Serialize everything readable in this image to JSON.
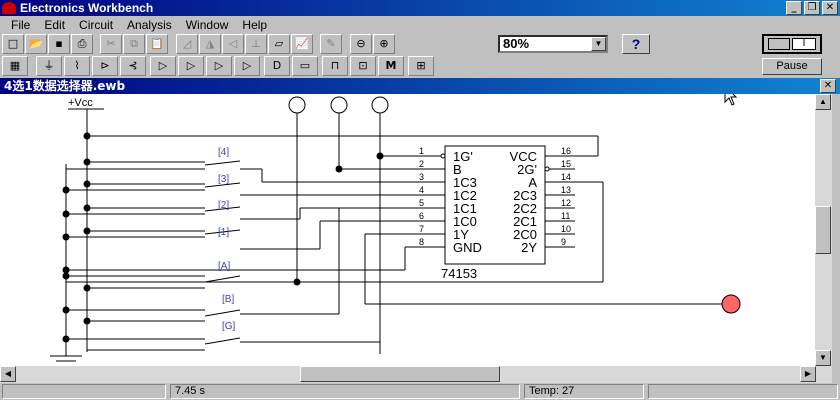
{
  "window": {
    "title": "Electronics Workbench",
    "min_icon": "minimize-icon",
    "max_icon": "restore-icon",
    "close_icon": "close-icon"
  },
  "menu": [
    "File",
    "Edit",
    "Circuit",
    "Analysis",
    "Window",
    "Help"
  ],
  "toolbar": {
    "zoom_value": "80%",
    "help_label": "?",
    "power_on_label": "I",
    "pause_label": "Pause",
    "row1_icons": [
      "new-icon",
      "open-icon",
      "save-icon",
      "print-icon",
      "cut-icon",
      "copy-icon",
      "paste-icon",
      "rotate-icon",
      "flip-horizontal-icon",
      "flip-vertical-icon",
      "component-properties-icon",
      "create-subcircuit-icon",
      "graph-icon",
      "instruments-icon",
      "zoom-out-icon",
      "zoom-in-icon"
    ],
    "row2_icons": [
      "favorites-icon",
      "sources-icon",
      "basic-icon",
      "diodes-icon",
      "transistors-icon",
      "analog-ics-icon",
      "mixed-ics-icon",
      "digital-ics-icon",
      "logic-gates-icon",
      "digital-icon",
      "indicators-icon",
      "controls-icon",
      "miscellaneous-icon",
      "instruments-bin-icon"
    ],
    "row2_letter": "M"
  },
  "document": {
    "title": "4选1数据选择器.ewb"
  },
  "circuit": {
    "vcc_label": "+Vcc",
    "chip_name": "74153",
    "left_pins": [
      {
        "num": "1",
        "name": "1G'"
      },
      {
        "num": "2",
        "name": "B"
      },
      {
        "num": "3",
        "name": "1C3"
      },
      {
        "num": "4",
        "name": "1C2"
      },
      {
        "num": "5",
        "name": "1C1"
      },
      {
        "num": "6",
        "name": "1C0"
      },
      {
        "num": "7",
        "name": "1Y"
      },
      {
        "num": "8",
        "name": "GND"
      }
    ],
    "right_pins": [
      {
        "num": "16",
        "name": "VCC"
      },
      {
        "num": "15",
        "name": "2G'"
      },
      {
        "num": "14",
        "name": "A"
      },
      {
        "num": "13",
        "name": "2C3"
      },
      {
        "num": "12",
        "name": "2C2"
      },
      {
        "num": "11",
        "name": "2C1"
      },
      {
        "num": "10",
        "name": "2C0"
      },
      {
        "num": "9",
        "name": "2Y"
      }
    ],
    "switch_keys": [
      "[4]",
      "[3]",
      "[2]",
      "[1]",
      "[A]",
      "[B]",
      "[G]"
    ],
    "output_led_color": "#ff6666"
  },
  "status": {
    "time": "7.45 s",
    "temp": "Temp:  27"
  }
}
